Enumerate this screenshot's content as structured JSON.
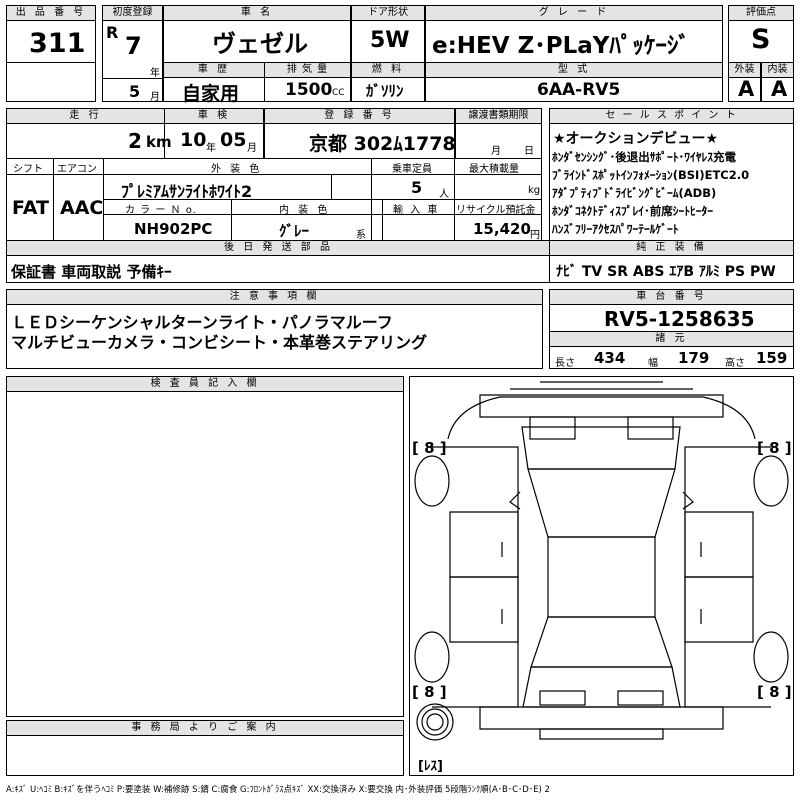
{
  "labels": {
    "lot_no": "出 品 番 号",
    "first_reg": "初度登録",
    "car_name": "車 名",
    "door": "ドア形状",
    "grade": "グ レ ー ド",
    "score": "評価点",
    "history": "車 歴",
    "displacement": "排 気 量",
    "fuel": "燃 料",
    "model": "型 式",
    "exterior": "外装",
    "interior": "内装",
    "mileage": "走 行",
    "inspection": "車 検",
    "reg_no": "登 録 番 号",
    "transfer_deadline": "譲渡書類期限",
    "sales_point": "セ ー ル ス ポ イ ン ト",
    "shift": "シフト",
    "ac": "エアコン",
    "ext_color": "外 装 色",
    "capacity": "乗車定員",
    "max_load": "最大積載量",
    "color_no": "カ ラ ー Ｎ o.",
    "int_color": "内 装 色",
    "import": "輸 入 車",
    "recycle": "リサイクル預託金",
    "later_parts": "後 日 発 送 部 品",
    "equipment": "純 正 装 備",
    "notes": "注 意 事 項 欄",
    "chassis": "車 台 番 号",
    "specs": "諸 元",
    "inspector": "検 査 員 記 入 欄",
    "office": "事 務 局 よ り ご 案 内"
  },
  "units": {
    "year": "年",
    "month": "月",
    "cc": "CC",
    "km": "km",
    "cap": "人",
    "kg": "kg",
    "yen": "円",
    "kei": "系",
    "len": "長さ",
    "wid": "幅",
    "hei": "高さ",
    "insp_year": "年",
    "insp_month": "月",
    "dl_month": "月",
    "dl_day": "日"
  },
  "vehicle": {
    "lot_no": "311",
    "era": "R",
    "year": "7",
    "month": "5",
    "name": "ヴェゼル",
    "door": "5W",
    "grade": "e:HEV Z･PLaYﾊﾟｯｹｰｼﾞ",
    "score": "S",
    "history": "自家用",
    "displacement": "1500",
    "fuel": "ｶﾞｿﾘﾝ",
    "model": "6AA-RV5",
    "exterior": "A",
    "interior": "A",
    "mileage": "2",
    "insp_year": "10",
    "insp_month": "05",
    "reg_no": "京都 302ﾑ1778",
    "shift": "FAT",
    "ac": "AAC",
    "ext_color": "ﾌﾟﾚﾐｱﾑｻﾝﾗｲﾄﾎﾜｲﾄ2",
    "capacity": "5",
    "color_no": "NH902PC",
    "int_color": "ｸﾞﾚｰ",
    "recycle": "15,420",
    "later_parts": "保証書 車両取説 予備ｷｰ",
    "chassis": "RV5-1258635",
    "length": "434",
    "width": "179",
    "height": "159"
  },
  "sales_points": [
    "★オークションデビュー★",
    "ﾎﾝﾀﾞｾﾝｼﾝｸﾞ･後退出ｻﾎﾟｰﾄ･ﾜｲﾔﾚｽ充電",
    "ﾌﾞﾗｲﾝﾄﾞｽﾎﾟｯﾄｲﾝﾌｫﾒｰｼｮﾝ(BSI)ETC2.0",
    "ｱﾀﾞﾌﾟﾃｨﾌﾞﾄﾞﾗｲﾋﾞﾝｸﾞﾋﾞｰﾑ(ADB)",
    "ﾎﾝﾀﾞｺﾈｸﾄﾃﾞｨｽﾌﾟﾚｲ･前席ｼｰﾄﾋｰﾀｰ",
    "ﾊﾝｽﾞﾌﾘｰｱｸｾｽﾊﾟﾜｰﾃｰﾙｹﾞｰﾄ"
  ],
  "equipment": "ﾅﾋﾞ TV SR ABS ｴｱB ｱﾙﾐ PS PW",
  "notes": [
    "ＬＥＤシーケンシャルターンライト・パノラマルーフ",
    "マルチビューカメラ・コンビシート・本革巻ステアリング"
  ],
  "tires": {
    "fl": "[ 8 ]",
    "fr": "[ 8 ]",
    "rl": "[ 8 ]",
    "rr": "[ 8 ]",
    "spare": "[ﾚｽ]"
  },
  "legend": "A:ｷｽﾞ U:ﾍｺﾐ B:ｷｽﾞを伴うﾍｺﾐ P:要塗装 W:補修跡 S:錆 C:腐食 G:ﾌﾛﾝﾄｶﾞﾗｽ点ｷｽﾞ XX:交換済み X:要交換  内･外装評価 5段階ﾗﾝｸ順(A･B･C･D･E) 2"
}
